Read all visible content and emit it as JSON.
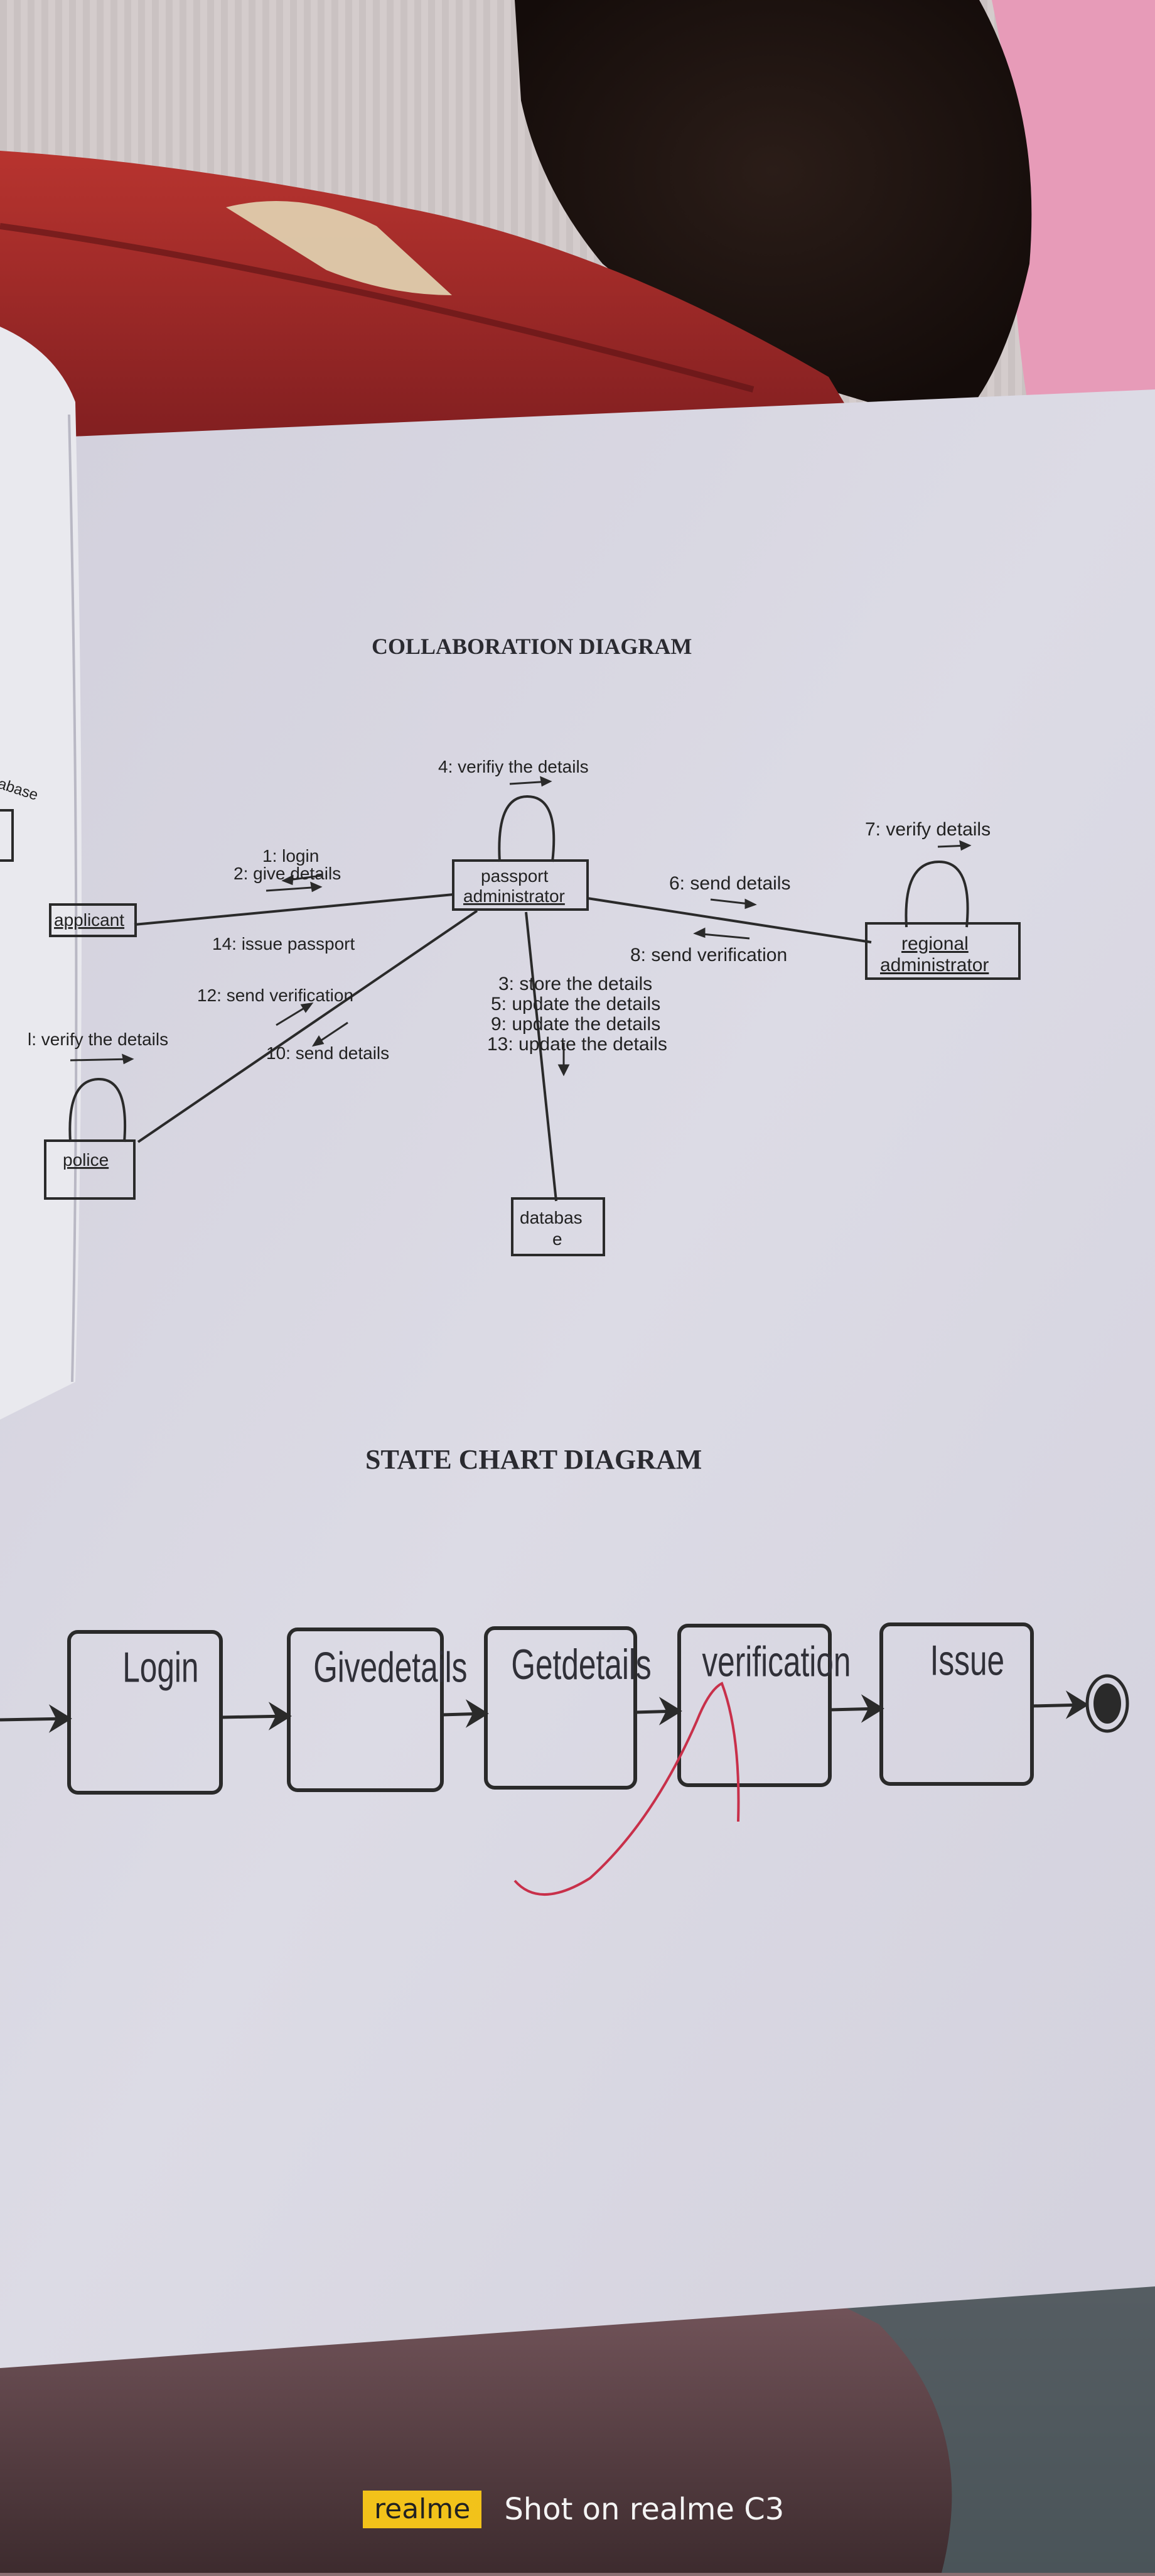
{
  "collaboration": {
    "title": "COLLABORATION DIAGRAM",
    "objects": {
      "applicant": "applicant",
      "passport_admin_line1": "passport",
      "passport_admin_line2": "administrator",
      "regional_admin_line1": "regional",
      "regional_admin_line2": "administrator",
      "police": "police",
      "database_line1": "databas",
      "database_line2": "e",
      "left_edge_cut": "abase"
    },
    "messages": {
      "m4": "4: verifiy the details",
      "m7": "7: verify details",
      "m1": "1: login",
      "m2": "2: give details",
      "m14": "14: issue passport",
      "m6": "6: send details",
      "m8": "8: send verification",
      "m12": "12: send verification",
      "m10": "10: send details",
      "m11": "l: verify the details",
      "m3": "3: store the details",
      "m5": "5: update the details",
      "m9": "9: update the details",
      "m13": "13: update the details"
    }
  },
  "statechart": {
    "title": "STATE CHART DIAGRAM",
    "states": [
      "Login",
      "Givedetails",
      "Getdetails",
      "verification",
      "Issue"
    ]
  },
  "watermark": {
    "brand": "realme",
    "text": "Shot on realme C3"
  },
  "colors": {
    "paper": "#d7d6e2",
    "ink": "#222222",
    "red_pen": "#c8304a",
    "bag_red": "#a82a2a",
    "watermark_yellow": "#f2c21a"
  }
}
